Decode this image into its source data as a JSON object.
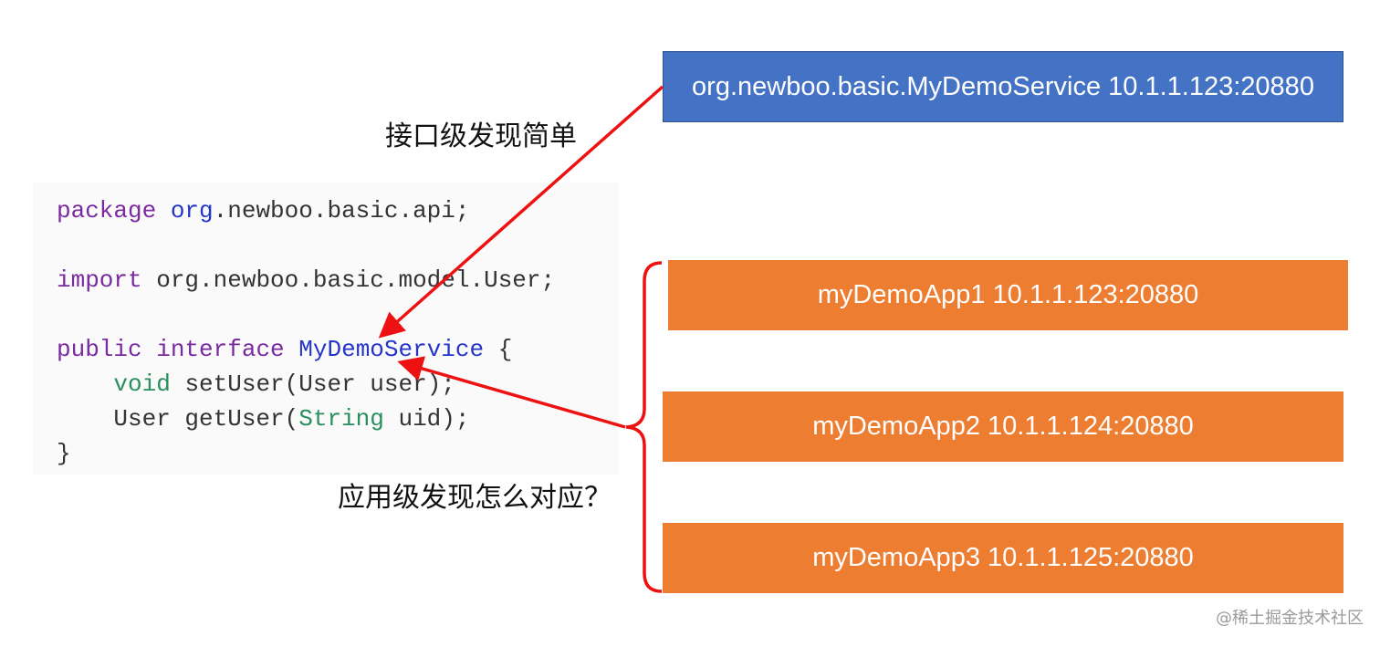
{
  "code": {
    "line1": {
      "kw": "package",
      "pkg": "org",
      "rest": ".newboo.basic.api;"
    },
    "line2": {
      "kw": "import",
      "rest": " org.newboo.basic.model.User;"
    },
    "line3": {
      "kw1": "public",
      "kw2": "interface",
      "name": "MyDemoService",
      "rest": " {"
    },
    "line4": {
      "indent": "    ",
      "type": "void",
      "rest": " setUser(User user);"
    },
    "line5": {
      "pre": "    User getUser(",
      "type": "String",
      "rest": " uid);"
    },
    "line6": {
      "text": "}"
    }
  },
  "captions": {
    "interface_discovery": "接口级发现简单",
    "app_discovery": "应用级发现怎么对应？"
  },
  "boxes": {
    "interface": "org.newboo.basic.MyDemoService 10.1.1.123:20880",
    "apps": [
      "myDemoApp1 10.1.1.123:20880",
      "myDemoApp2 10.1.1.124:20880",
      "myDemoApp3 10.1.1.125:20880"
    ]
  },
  "watermark": "@稀土掘金技术社区",
  "colors": {
    "blue_box": "#4472c4",
    "orange_box": "#ed7d31",
    "arrow": "#ee1111",
    "keyword_purple": "#7a2aa0",
    "keyword_blue": "#2535c8",
    "keyword_green": "#2a8f5f"
  }
}
